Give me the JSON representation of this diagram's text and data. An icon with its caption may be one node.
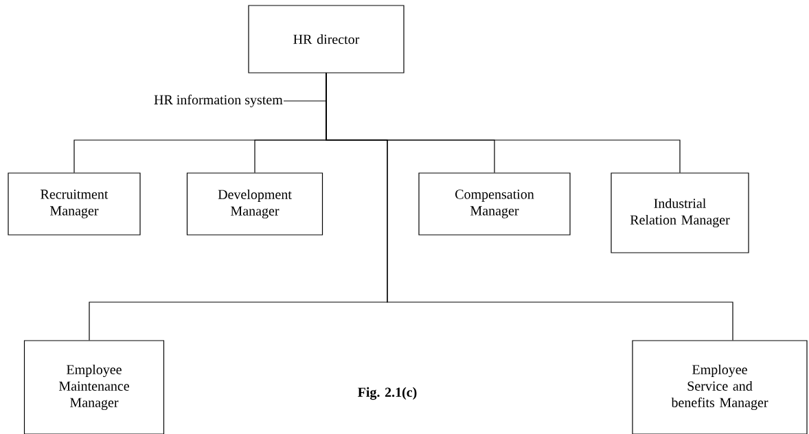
{
  "diagram": {
    "caption": "Fig. 2.1(c)",
    "nodes": [
      {
        "text": [
          "HR director"
        ]
      },
      {
        "text": [
          "HR information system"
        ]
      },
      {
        "text": [
          "Recruitment Manager"
        ]
      },
      {
        "text": [
          "Development Manager"
        ]
      },
      {
        "text": [
          "Compensation Manager"
        ]
      },
      {
        "text": [
          "Industrial Relation Manager"
        ]
      },
      {
        "text": [
          "Employee Maintenance Manager"
        ]
      },
      {
        "text": [
          "Employee Service and benefits Manager"
        ]
      }
    ],
    "edges": [
      {
        "from": 1,
        "to": null,
        "arrow": "none"
      },
      {
        "from": 0,
        "to": 2,
        "arrow": "none"
      },
      {
        "from": 0,
        "to": 3,
        "arrow": "none"
      },
      {
        "from": 0,
        "to": 4,
        "arrow": "none"
      },
      {
        "from": 0,
        "to": 5,
        "arrow": "none"
      },
      {
        "from": 0,
        "to": 6,
        "arrow": "none"
      },
      {
        "from": 0,
        "to": 7,
        "arrow": "none"
      }
    ]
  }
}
